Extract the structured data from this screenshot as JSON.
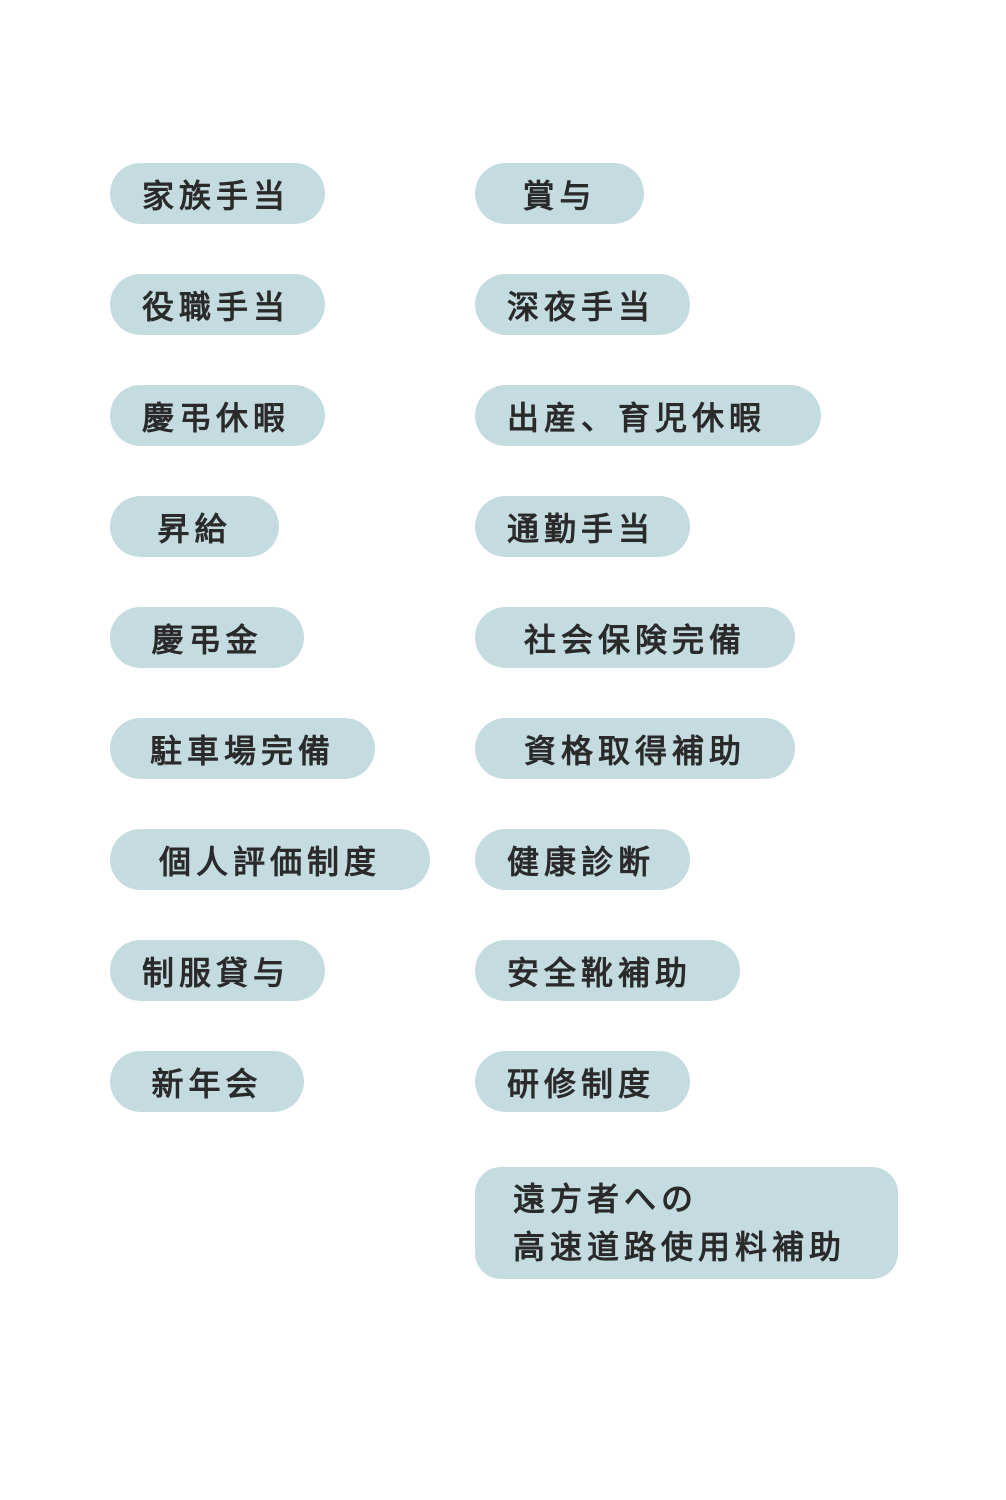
{
  "left": [
    "家族手当",
    "役職手当",
    "慶弔休暇",
    "昇給",
    "慶弔金",
    "駐車場完備",
    "個人評価制度",
    "制服貸与",
    "新年会"
  ],
  "right": [
    "賞与",
    "深夜手当",
    "出産、育児休暇",
    "通勤手当",
    "社会保険完備",
    "資格取得補助",
    "健康診断",
    "安全靴補助",
    "研修制度"
  ],
  "right_multiline": {
    "line1": "遠方者への",
    "line2": "高速道路使用料補助"
  },
  "colors": {
    "pill_bg": "#c4dbe0",
    "text": "#2a2a2a",
    "page_bg": "#ffffff"
  }
}
